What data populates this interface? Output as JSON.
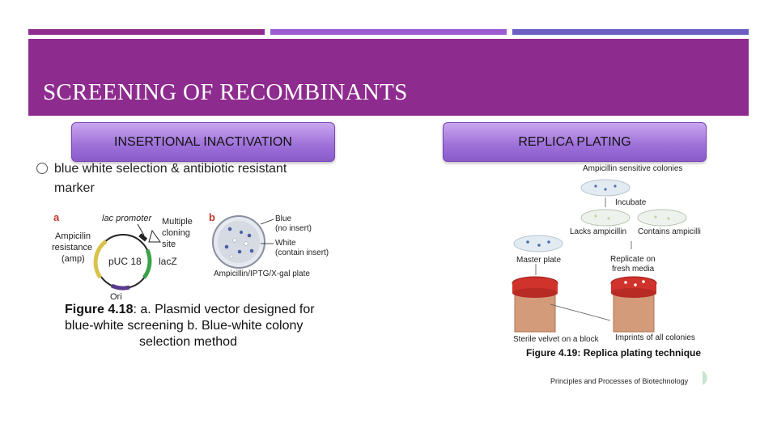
{
  "slide": {
    "title": "SCREENING OF RECOMBINANTS"
  },
  "left_panel": {
    "tab_label": "INSERTIONAL INACTIVATION",
    "bullet_text": " blue white selection & antibiotic resistant marker",
    "figure": {
      "panel_a_letter": "a",
      "panel_b_letter": "b",
      "lac_promoter": "lac promoter",
      "mcs_line1": "Multiple",
      "mcs_line2": "cloning",
      "mcs_line3": "site",
      "amp_line1": "Ampicilin",
      "amp_line2": "resistance",
      "amp_line3": "(amp)",
      "plasmid_name": "pUC 18",
      "lacz": "lacZ",
      "ori": "Ori",
      "blue_line1": "Blue",
      "blue_line2": "(no insert)",
      "white_line1": "White",
      "white_line2": "(contain insert)",
      "plate_label": "Ampicillin/IPTG/X-gal plate",
      "caption_bold": "Figure 4.18",
      "caption_line1": ": a. Plasmid vector designed for",
      "caption_line2": "blue-white screening    b. Blue-white colony",
      "caption_line3": "selection method"
    }
  },
  "right_panel": {
    "tab_label": "REPLICA PLATING",
    "figure": {
      "sensitive": "Ampicillin sensitive colonies",
      "incubate": "Incubate",
      "lacks": "Lacks ampicillin",
      "contains": "Contains ampicilli",
      "master": "Master plate",
      "replicate_line1": "Replicate on",
      "replicate_line2": "fresh media",
      "sterile": "Sterile velvet on a block",
      "imprints": "Imprints of all colonies",
      "caption": "Figure 4.19: Replica plating technique",
      "source": "Principles and Processes of Biotechnology"
    }
  },
  "colors": {
    "purple": "#8e2b8e",
    "tab": "#a77be0",
    "blue_colony": "#4a5fa8",
    "velvet_red": "#d0322c"
  }
}
